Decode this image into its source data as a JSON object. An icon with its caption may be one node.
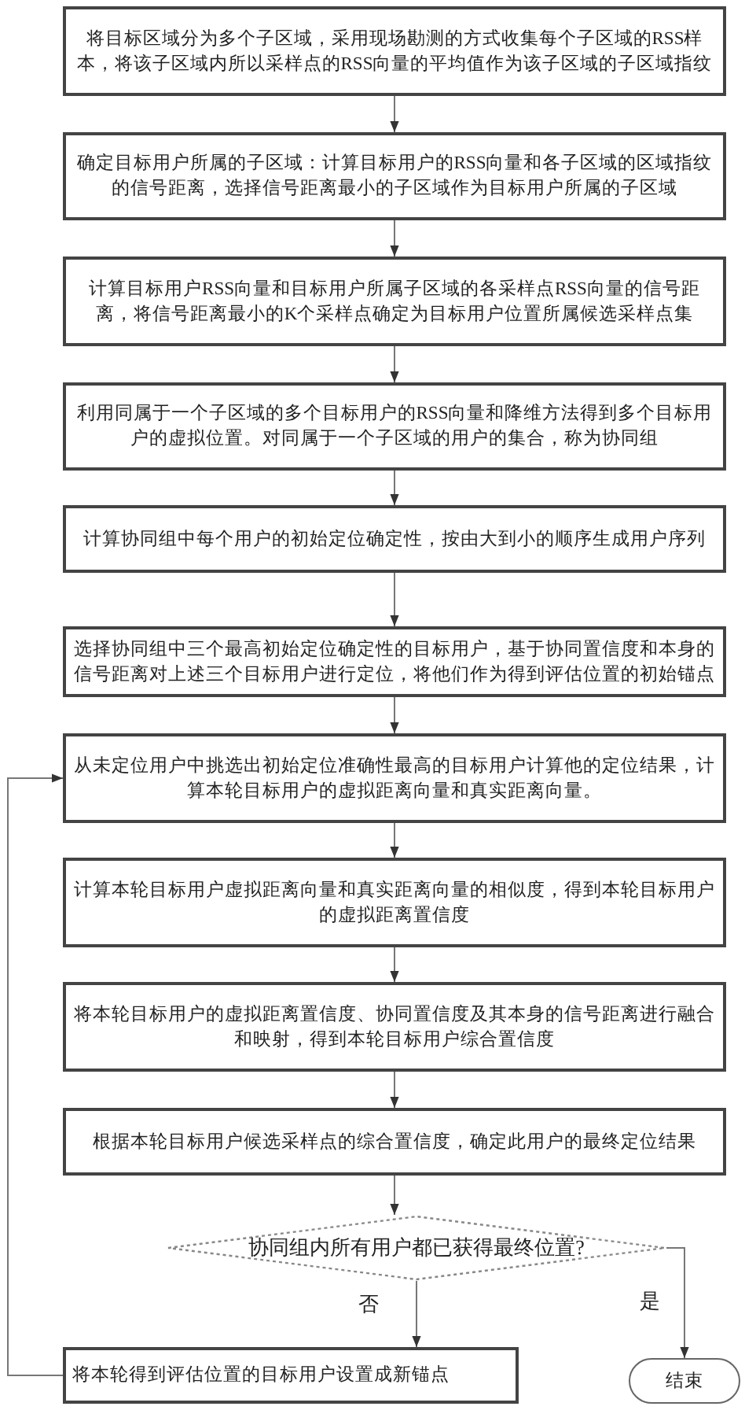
{
  "diagram": {
    "nodes": [
      {
        "text": [
          "将目标区域分为多个子区域，采用现场勘测的方式收集每个子区域的RSS样本，将该子区域内所以采样点的RSS向量的平均值作为该子区域的子区域指纹"
        ]
      },
      {
        "text": [
          "确定目标用户所属的子区域：计算目标用户的RSS向量和各子区域的区域指纹的信号距离，选择信号距离最小的子区域作为目标用户所属的子区域"
        ]
      },
      {
        "text": [
          "计算目标用户RSS向量和目标用户所属子区域的各采样点RSS向量的信号距离，将信号距离最小的K个采样点确定为目标用户位置所属候选采样点集"
        ]
      },
      {
        "text": [
          "利用同属于一个子区域的多个目标用户的RSS向量和降维方法得到多个目标用户的虚拟位置。对同属于一个子区域的用户的集合，称为协同组"
        ]
      },
      {
        "text": [
          "计算协同组中每个用户的初始定位确定性，按由大到小的顺序生成用户序列"
        ]
      },
      {
        "text": [
          "选择协同组中三个最高初始定位确定性的目标用户，基于协同置信度和本身的信号距离对上述三个目标用户进行定位，将他们作为得到评估位置的初始锚点"
        ]
      },
      {
        "text": [
          "从未定位用户中挑选出初始定位准确性最高的目标用户计算他的定位结果，计算本轮目标用户的虚拟距离向量和真实距离向量。"
        ]
      },
      {
        "text": [
          "计算本轮目标用户虚拟距离向量和真实距离向量的相似度，得到本轮目标用户的虚拟距离置信度"
        ]
      },
      {
        "text": [
          "将本轮目标用户的虚拟距离置信度、协同置信度及其本身的信号距离进行融合和映射，得到本轮目标用户综合置信度"
        ]
      },
      {
        "text": [
          "根据本轮目标用户候选采样点的综合置信度，确定此用户的最终定位结果"
        ]
      },
      {
        "text": [
          "协同组内所有用户都已获得最终位置?"
        ]
      },
      {
        "text": [
          "将本轮得到评估位置的目标用户设置成新锚点"
        ]
      },
      {
        "text": [
          "结束"
        ]
      }
    ],
    "edges": [
      {
        "from": 0,
        "to": 1,
        "arrow": "to"
      },
      {
        "from": 1,
        "to": 2,
        "arrow": "to"
      },
      {
        "from": 2,
        "to": 3,
        "arrow": "to"
      },
      {
        "from": 3,
        "to": 4,
        "arrow": "to"
      },
      {
        "from": 4,
        "to": 5,
        "arrow": "to"
      },
      {
        "from": 5,
        "to": 6,
        "arrow": "to"
      },
      {
        "from": 6,
        "to": 7,
        "arrow": "to"
      },
      {
        "from": 7,
        "to": 8,
        "arrow": "to"
      },
      {
        "from": 8,
        "to": 9,
        "arrow": "to"
      },
      {
        "from": 9,
        "to": 10,
        "arrow": "to"
      },
      {
        "from": 10,
        "to": 11,
        "label": "否",
        "arrow": "to"
      },
      {
        "from": 10,
        "to": 12,
        "label": "是",
        "arrow": "to"
      },
      {
        "from": 11,
        "to": 6,
        "arrow": "to"
      }
    ]
  }
}
